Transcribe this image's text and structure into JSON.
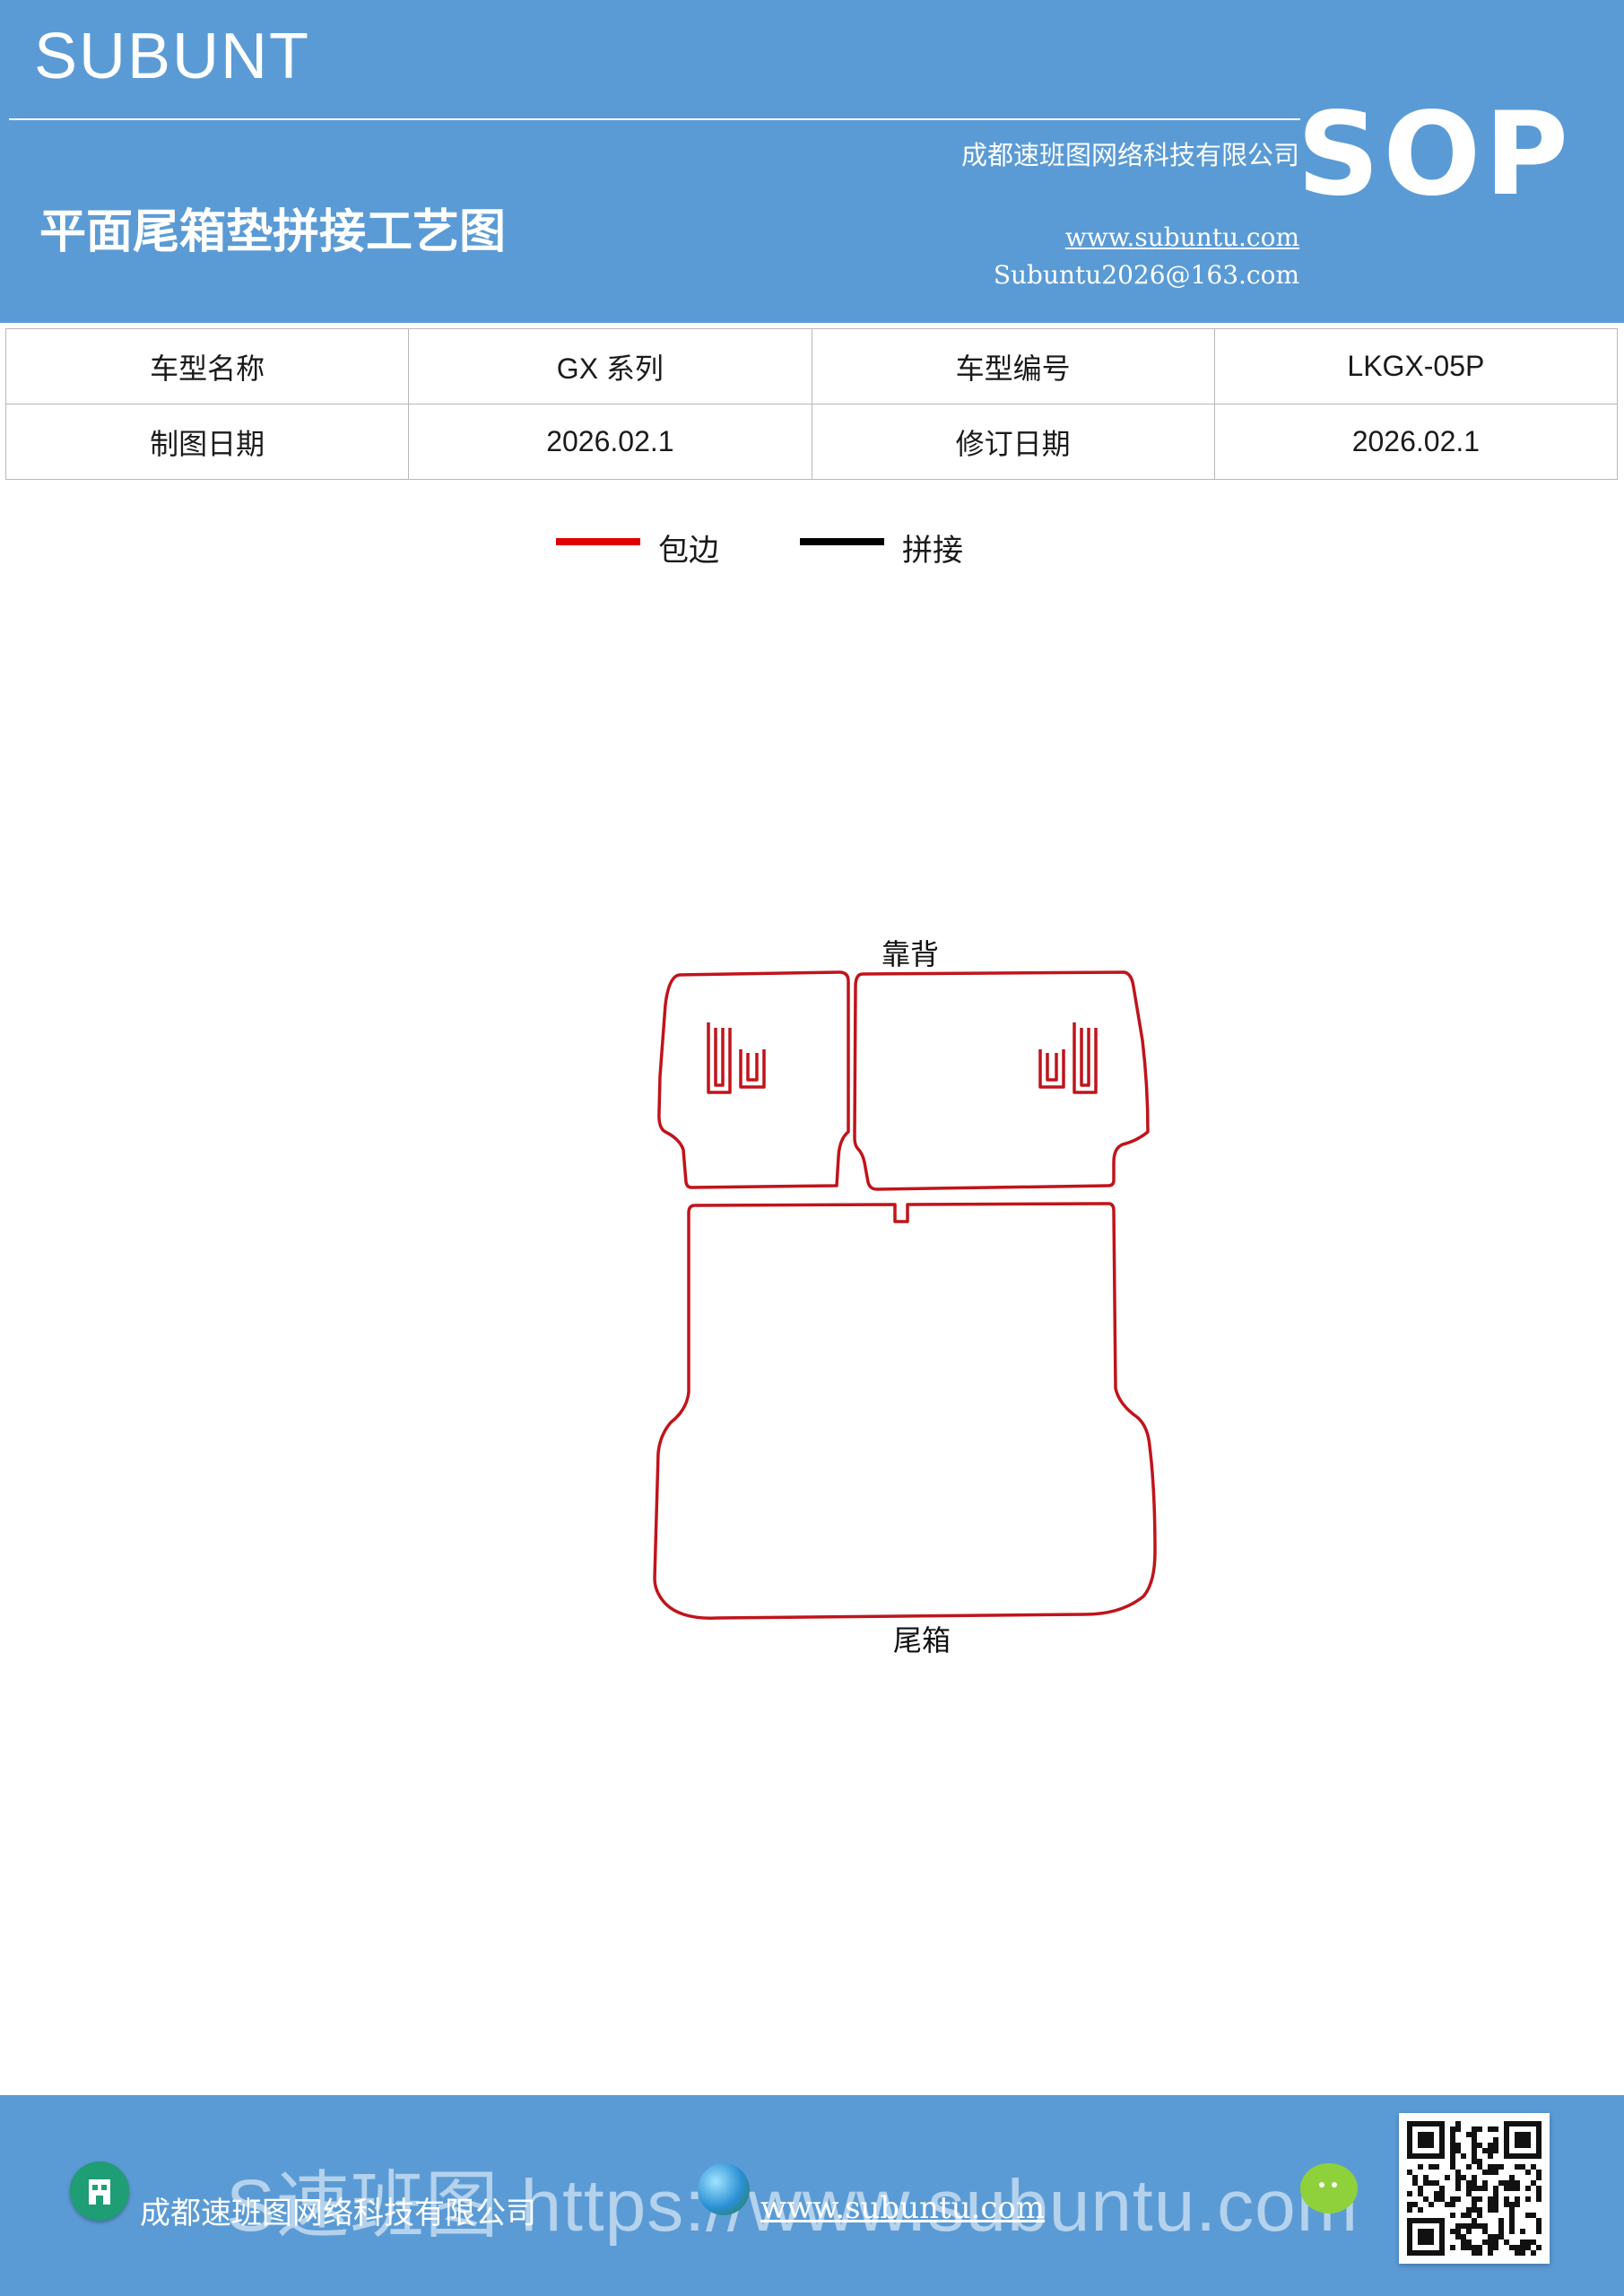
{
  "header": {
    "brand": "SUBUNT",
    "company": "成都速班图网络科技有限公司",
    "title": "平面尾箱垫拼接工艺图",
    "website": "www.subuntu.com",
    "email": "Subuntu2026@163.com",
    "badge": "SOP"
  },
  "info_table": {
    "rows": [
      {
        "label1": "车型名称",
        "value1": "GX 系列",
        "label2": "车型编号",
        "value2": "LKGX-05P"
      },
      {
        "label1": "制图日期",
        "value1": "2026.02.1",
        "label2": "修订日期",
        "value2": "2026.02.1"
      }
    ]
  },
  "legend": {
    "items": [
      {
        "label": "包边",
        "color": "#e00000"
      },
      {
        "label": "拼接",
        "color": "#000000"
      }
    ]
  },
  "diagram": {
    "outline_color": "#c0141b",
    "label_top": "靠背",
    "label_bottom": "尾箱"
  },
  "footer": {
    "company": "成都速班图网络科技有限公司",
    "website": "www.subuntu.com",
    "watermark": "S速班图 https://www.subuntu.com",
    "icons": [
      "building-icon",
      "globe-icon",
      "wechat-icon",
      "qr-code"
    ]
  }
}
